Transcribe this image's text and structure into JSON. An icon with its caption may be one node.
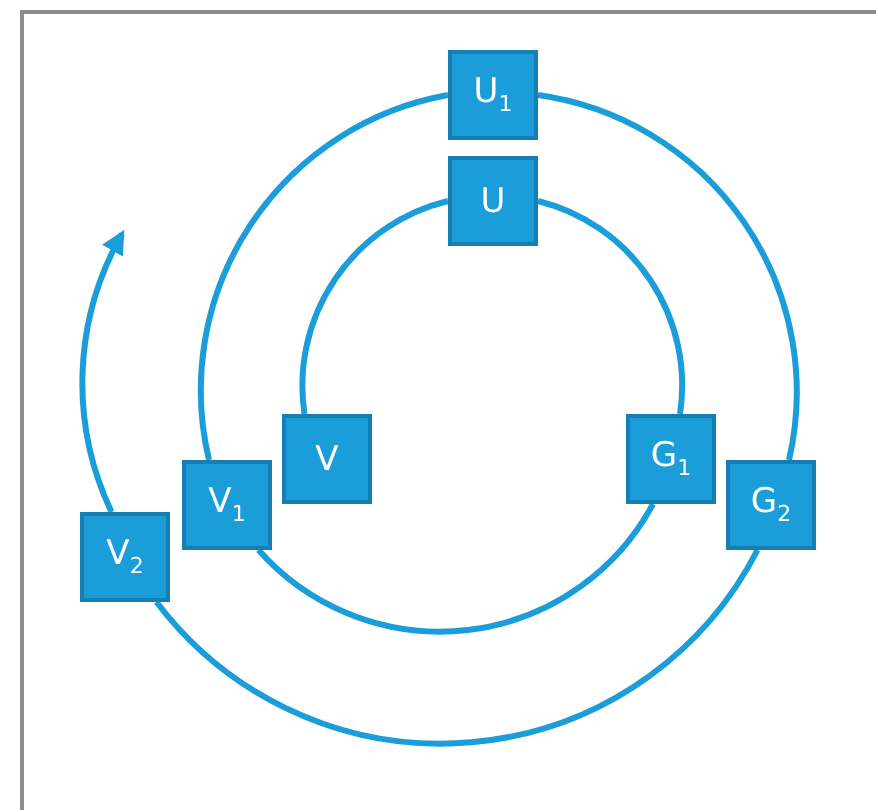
{
  "diagram": {
    "nodes": [
      {
        "text": [
          "U$_{1}$"
        ]
      },
      {
        "text": [
          "U"
        ]
      },
      {
        "text": [
          "V"
        ]
      },
      {
        "text": [
          "V$_{1}$"
        ]
      },
      {
        "text": [
          "G$_{1}$"
        ]
      },
      {
        "text": [
          "G$_{2}$"
        ]
      },
      {
        "text": [
          "V$_{2}$"
        ]
      }
    ],
    "edges": [
      {
        "from": 2,
        "to": 1,
        "arrow": "none"
      },
      {
        "from": 1,
        "to": 4,
        "arrow": "none"
      },
      {
        "from": 4,
        "to": 3,
        "arrow": "none"
      },
      {
        "from": 3,
        "to": 0,
        "arrow": "none"
      },
      {
        "from": 0,
        "to": 5,
        "arrow": "none"
      },
      {
        "from": 5,
        "to": 6,
        "arrow": "none"
      },
      {
        "from": 6,
        "to": null,
        "arrow": "to"
      }
    ]
  }
}
